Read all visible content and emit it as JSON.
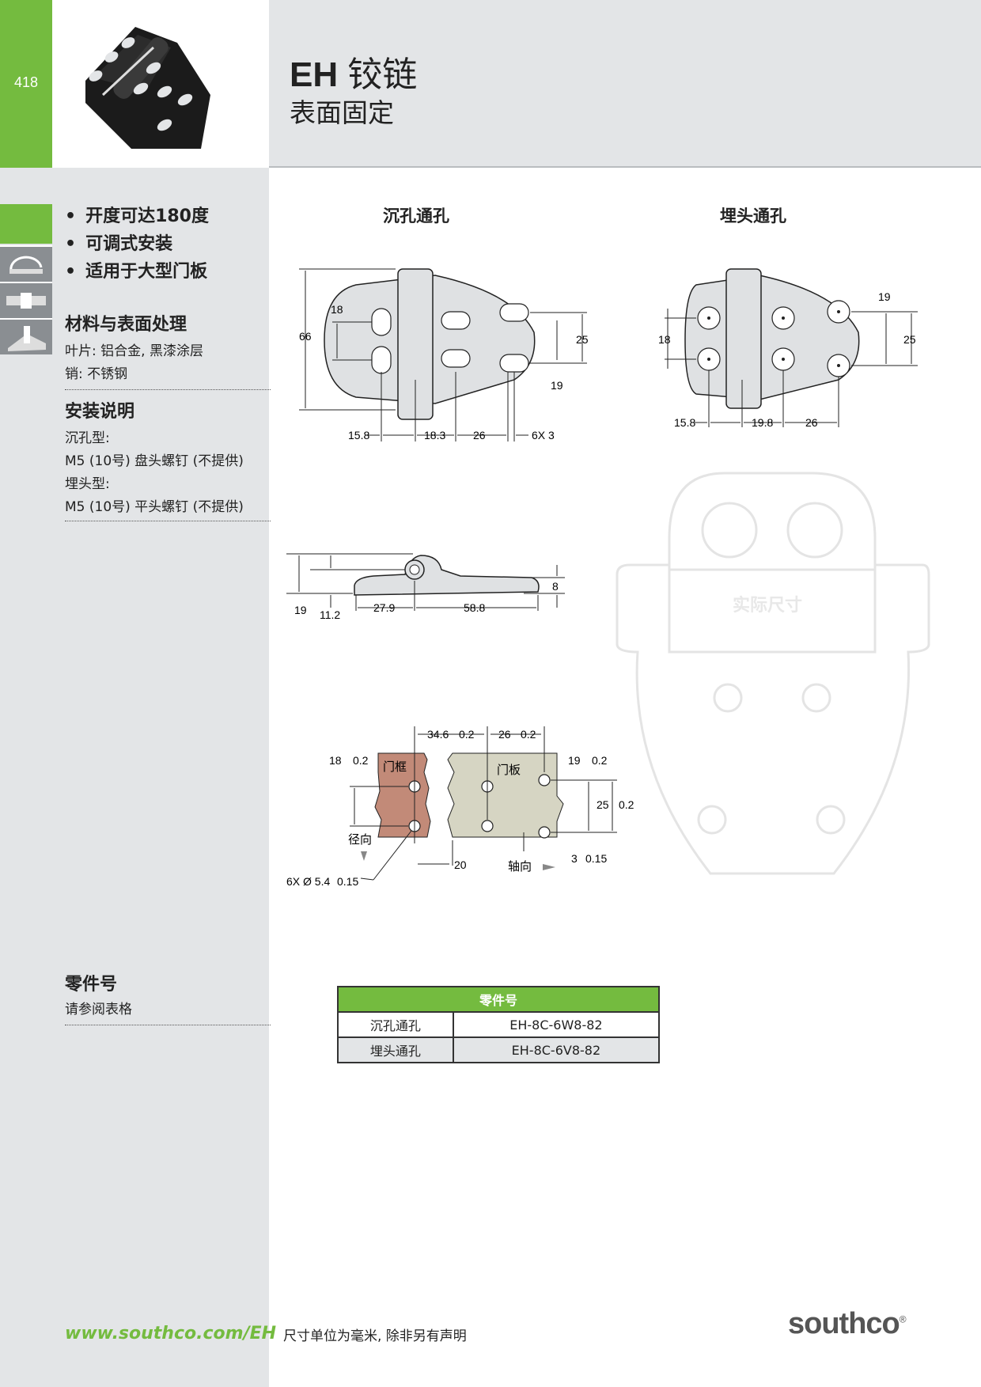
{
  "page_number": "418",
  "header": {
    "title_latin": "EH",
    "title_zh": "铰链",
    "subtitle": "表面固定"
  },
  "features": [
    "开度可达180度",
    "可调式安装",
    "适用于大型门板"
  ],
  "materials": {
    "heading": "材料与表面处理",
    "lines": [
      "叶片: 铝合金, 黑漆涂层",
      "销: 不锈钢"
    ]
  },
  "installation": {
    "heading": "安装说明",
    "lines": [
      "沉孔型:",
      "M5 (10号) 盘头螺钉 (不提供)",
      "埋头型:",
      "M5 (10号) 平头螺钉 (不提供)"
    ]
  },
  "part_number_section": {
    "heading": "零件号",
    "text": "请参阅表格"
  },
  "diagrams": {
    "left_title": "沉孔通孔",
    "right_title": "埋头通孔",
    "left_dims": {
      "h66": "66",
      "h18": "18",
      "h25": "25",
      "h19": "19",
      "b158": "15.8",
      "b183": "18.3",
      "b26": "26",
      "b6x3": "6X 3"
    },
    "right_dims": {
      "h18": "18",
      "h19": "19",
      "h25": "25",
      "b158": "15.8",
      "b198": "19.8",
      "b26": "26"
    },
    "side_dims": {
      "d19": "19",
      "d112": "11.2",
      "d279": "27.9",
      "d588": "58.8",
      "d8": "8"
    },
    "cutout": {
      "d346": "34.6",
      "tol1": "0.2",
      "d26": "26",
      "tol2": "0.2",
      "d18": "18",
      "tol3": "0.2",
      "d19": "19",
      "tol4": "0.2",
      "d25": "25",
      "tol5": "0.2",
      "d3": "3",
      "tol6": "0.15",
      "d20": "20",
      "hole": "6X Ø 5.4",
      "tol7": "0.15",
      "frame_label": "门框",
      "door_label": "门板",
      "radial_label": "径向",
      "axial_label": "轴向"
    },
    "actual_size_label": "实际尺寸"
  },
  "parts_table": {
    "header": "零件号",
    "rows": [
      {
        "type": "沉孔通孔",
        "part": "EH-8C-6W8-82"
      },
      {
        "type": "埋头通孔",
        "part": "EH-8C-6V8-82"
      }
    ]
  },
  "footer": {
    "url": "www.southco.com/EH",
    "note": "尺寸单位为毫米, 除非另有声明",
    "logo": "southco"
  },
  "colors": {
    "accent_green": "#74bb3f",
    "panel_gray": "#e3e5e7",
    "frame_brown": "#c28a78",
    "door_beige": "#d6d5c3"
  }
}
